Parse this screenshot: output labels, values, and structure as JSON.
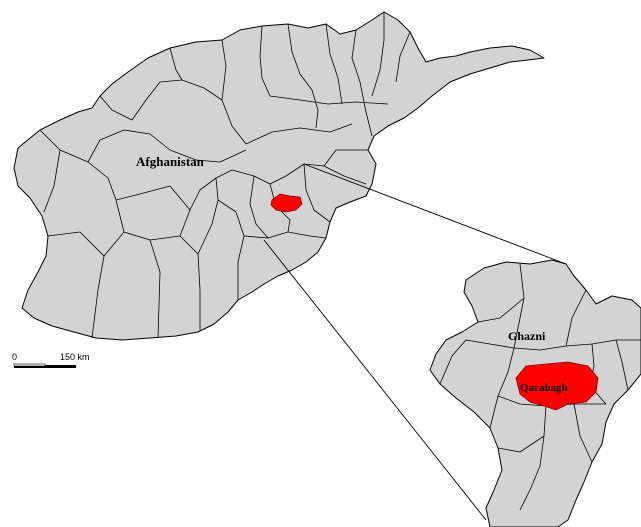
{
  "labels": {
    "country": "Afghanistan",
    "province": "Ghazni",
    "district": "Qarabagh"
  },
  "scale_bar": {
    "start_label": "0",
    "end_label": "150 km"
  },
  "colors": {
    "land": "#d3d3d3",
    "highlight": "#ff0000",
    "border": "#000000",
    "background": "#ffffff"
  }
}
